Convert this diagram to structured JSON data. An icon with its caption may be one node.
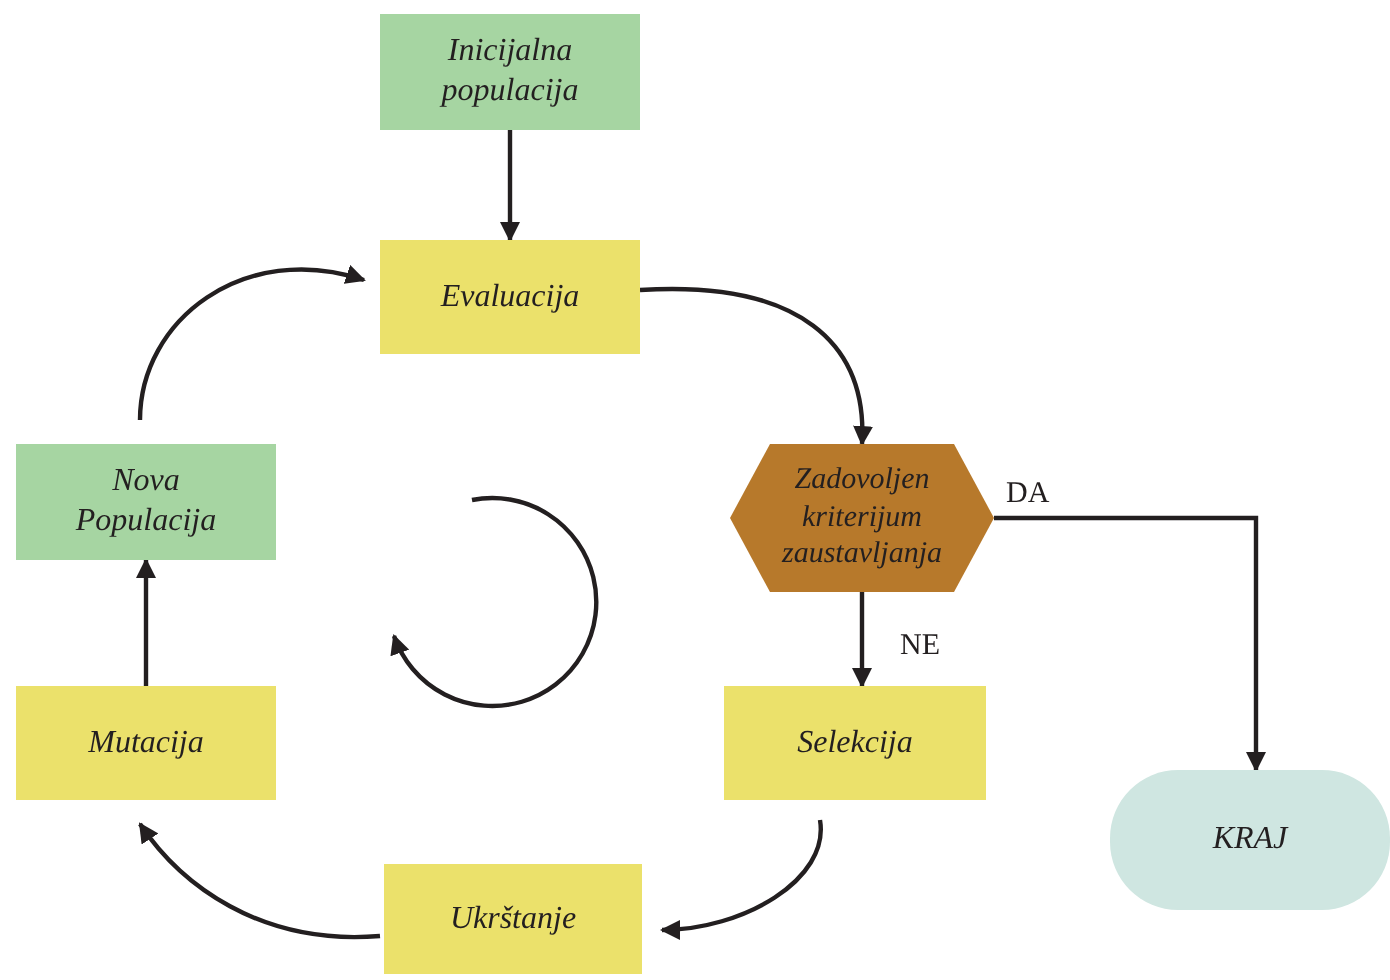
{
  "diagram": {
    "nodes": [
      {
        "text": [
          "Inicijalna populacija"
        ]
      },
      {
        "text": [
          "Evaluacija"
        ]
      },
      {
        "text": [
          "Zadovoljen kriterijum zaustavljanja"
        ]
      },
      {
        "text": [
          "Selekcija"
        ]
      },
      {
        "text": [
          "KRAJ"
        ]
      },
      {
        "text": [
          "Ukrštanje"
        ]
      },
      {
        "text": [
          "Mutacija"
        ]
      },
      {
        "text": [
          "Nova Populacija"
        ]
      }
    ],
    "edges": [
      {
        "from": 0,
        "to": 1,
        "arrow": "to"
      },
      {
        "from": 1,
        "to": 2,
        "arrow": "to"
      },
      {
        "from": 2,
        "to": 3,
        "arrow": "to",
        "label": "NE"
      },
      {
        "from": 2,
        "to": 4,
        "arrow": "to",
        "label": "DA"
      },
      {
        "from": 3,
        "to": 5,
        "arrow": "to"
      },
      {
        "from": 5,
        "to": 6,
        "arrow": "to"
      },
      {
        "from": 6,
        "to": 7,
        "arrow": "to"
      },
      {
        "from": 7,
        "to": 1,
        "arrow": "to"
      }
    ]
  }
}
